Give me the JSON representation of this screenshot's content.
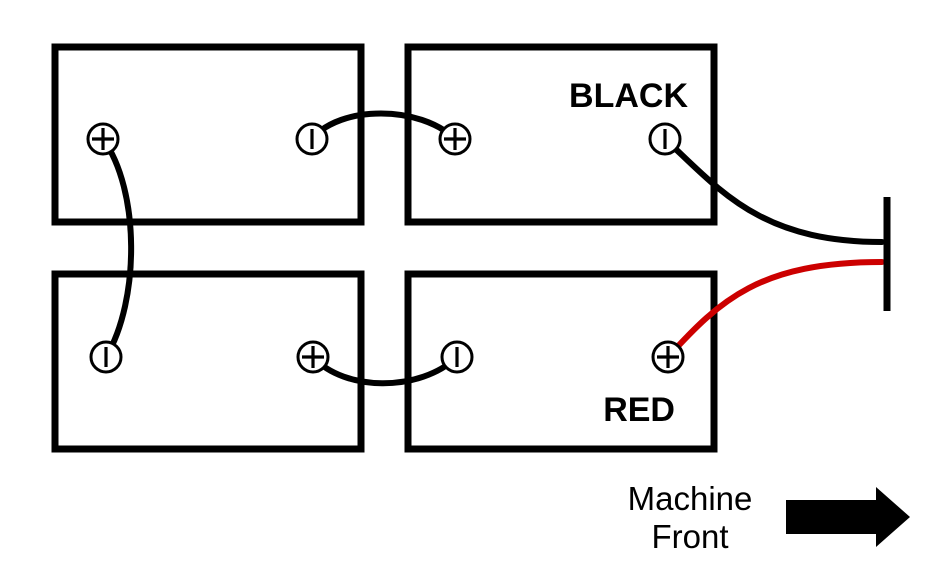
{
  "labels": {
    "black": "BLACK",
    "red": "RED",
    "machine": "Machine",
    "front": "Front"
  },
  "colors": {
    "outline": "#000000",
    "black_cable": "#000000",
    "red_cable": "#cc0000",
    "background": "#ffffff"
  },
  "batteries": [
    {
      "name": "battery-top-left",
      "left_terminal": "positive",
      "right_terminal": "negative"
    },
    {
      "name": "battery-top-right",
      "left_terminal": "positive",
      "right_terminal": "negative"
    },
    {
      "name": "battery-bottom-left",
      "left_terminal": "negative",
      "right_terminal": "positive"
    },
    {
      "name": "battery-bottom-right",
      "left_terminal": "negative",
      "right_terminal": "positive"
    }
  ],
  "icons": {
    "positive": "plus-circle-icon",
    "negative": "minus-circle-icon",
    "direction": "arrow-right-icon"
  }
}
